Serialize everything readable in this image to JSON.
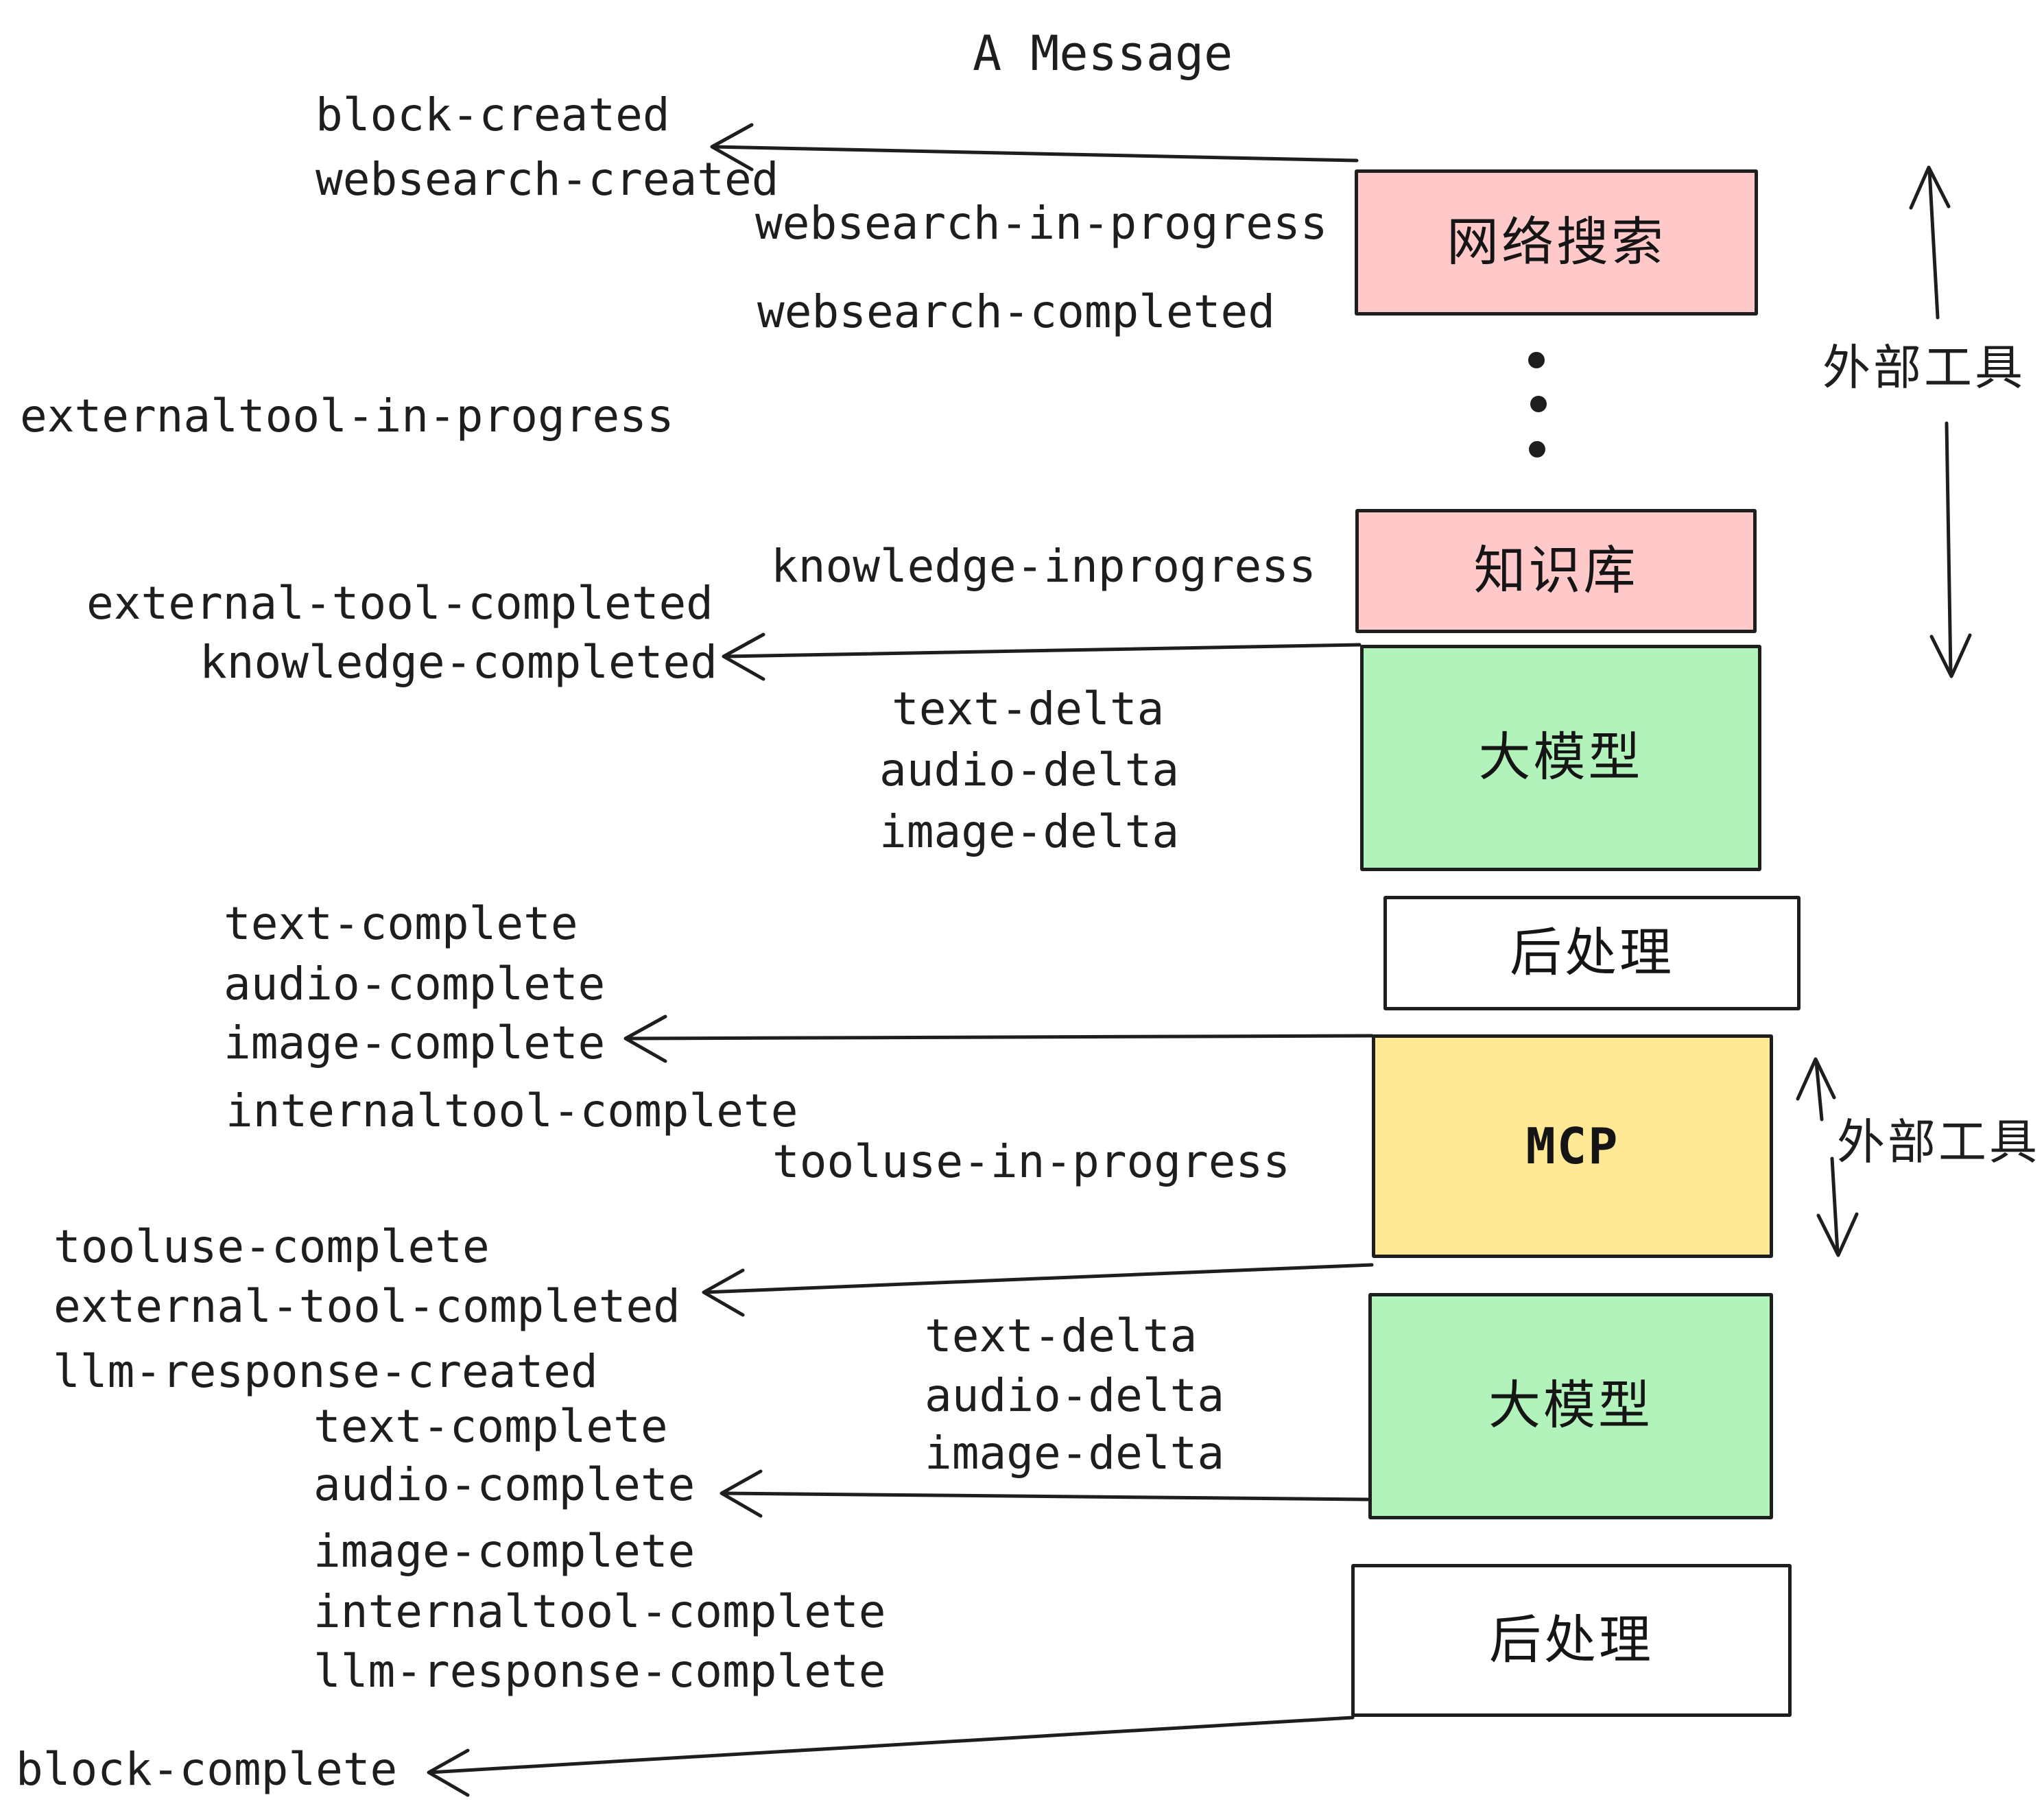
{
  "title": "A Message",
  "colors": {
    "pink": "#ffc9c9",
    "green": "#b2f2bb",
    "yellow": "#ffe994",
    "white": "#ffffff",
    "ink": "#1e1e1e"
  },
  "events": {
    "block_created": "block-created",
    "websearch_created": "websearch-created",
    "websearch_in_progress": "websearch-in-progress",
    "websearch_completed": "websearch-completed",
    "externaltool_in_progress": "externaltool-in-progress",
    "knowledge_inprogress": "knowledge-inprogress",
    "external_tool_completed": "external-tool-completed",
    "knowledge_completed": "knowledge-completed",
    "text_delta": "text-delta",
    "audio_delta": "audio-delta",
    "image_delta": "image-delta",
    "text_complete": "text-complete",
    "audio_complete": "audio-complete",
    "image_complete": "image-complete",
    "internaltool_complete": "internaltool-complete",
    "tooluse_in_progress": "tooluse-in-progress",
    "tooluse_complete": "tooluse-complete",
    "llm_response_created": "llm-response-created",
    "llm_response_complete": "llm-response-complete",
    "block_complete": "block-complete"
  },
  "boxes": [
    {
      "label": "网络搜索",
      "color": "#ffc9c9"
    },
    {
      "label": "知识库",
      "color": "#ffc9c9"
    },
    {
      "label": "大模型",
      "color": "#b2f2bb"
    },
    {
      "label": "后处理",
      "color": "#ffffff"
    },
    {
      "label": "MCP",
      "color": "#ffe994"
    },
    {
      "label": "大模型",
      "color": "#b2f2bb"
    },
    {
      "label": "后处理",
      "color": "#ffffff"
    }
  ],
  "side_labels": {
    "external_tools": "外部工具"
  },
  "icons": {
    "ellipsis": "vertical-ellipsis-dots"
  }
}
